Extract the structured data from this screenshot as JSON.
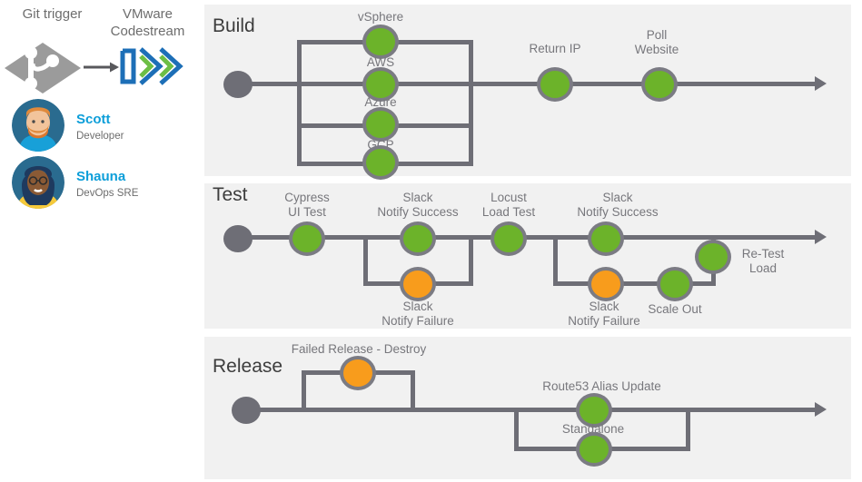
{
  "left_panel": {
    "git_label": "Git\ntrigger",
    "git_icon": "git-logo",
    "arrow_icon": "right-arrow",
    "codestream_label": "VMware\nCodestream",
    "codestream_icon": "vmware-codestream-logo",
    "people": [
      {
        "name": "Scott",
        "role": "Developer",
        "avatar": "avatar-scott"
      },
      {
        "name": "Shauna",
        "role": "DevOps SRE",
        "avatar": "avatar-shauna"
      }
    ]
  },
  "colors": {
    "band_bg": "#f1f1f1",
    "line": "#6e6e76",
    "node_success": "#6cb32a",
    "node_warning": "#f89c1c",
    "node_ring": "#7b7b83",
    "start_dot": "#6e6e76",
    "accent_blue": "#0c9ed9",
    "label_gray": "#77777c"
  },
  "stages": [
    {
      "title": "Build",
      "tasks": [
        {
          "label": "vSphere",
          "status": "success"
        },
        {
          "label": "AWS",
          "status": "success"
        },
        {
          "label": "Azure",
          "status": "success"
        },
        {
          "label": "GCP",
          "status": "success"
        },
        {
          "label": "Return IP",
          "status": "success"
        },
        {
          "label": "Poll\nWebsite",
          "status": "success"
        }
      ]
    },
    {
      "title": "Test",
      "tasks": [
        {
          "label": "Cypress\nUI Test",
          "status": "success"
        },
        {
          "label": "Slack\nNotify Success",
          "status": "success"
        },
        {
          "label": "Slack\nNotify Failure",
          "status": "warning"
        },
        {
          "label": "Locust\nLoad Test",
          "status": "success"
        },
        {
          "label": "Slack\nNotify Success",
          "status": "success"
        },
        {
          "label": "Slack\nNotify Failure",
          "status": "warning"
        },
        {
          "label": "Scale Out",
          "status": "success"
        },
        {
          "label": "Re-Test\nLoad",
          "status": "success"
        }
      ]
    },
    {
      "title": "Release",
      "tasks": [
        {
          "label": "Failed Release - Destroy",
          "status": "warning"
        },
        {
          "label": "Route53 Alias Update",
          "status": "success"
        },
        {
          "label": "Standalone",
          "status": "success"
        }
      ]
    }
  ]
}
